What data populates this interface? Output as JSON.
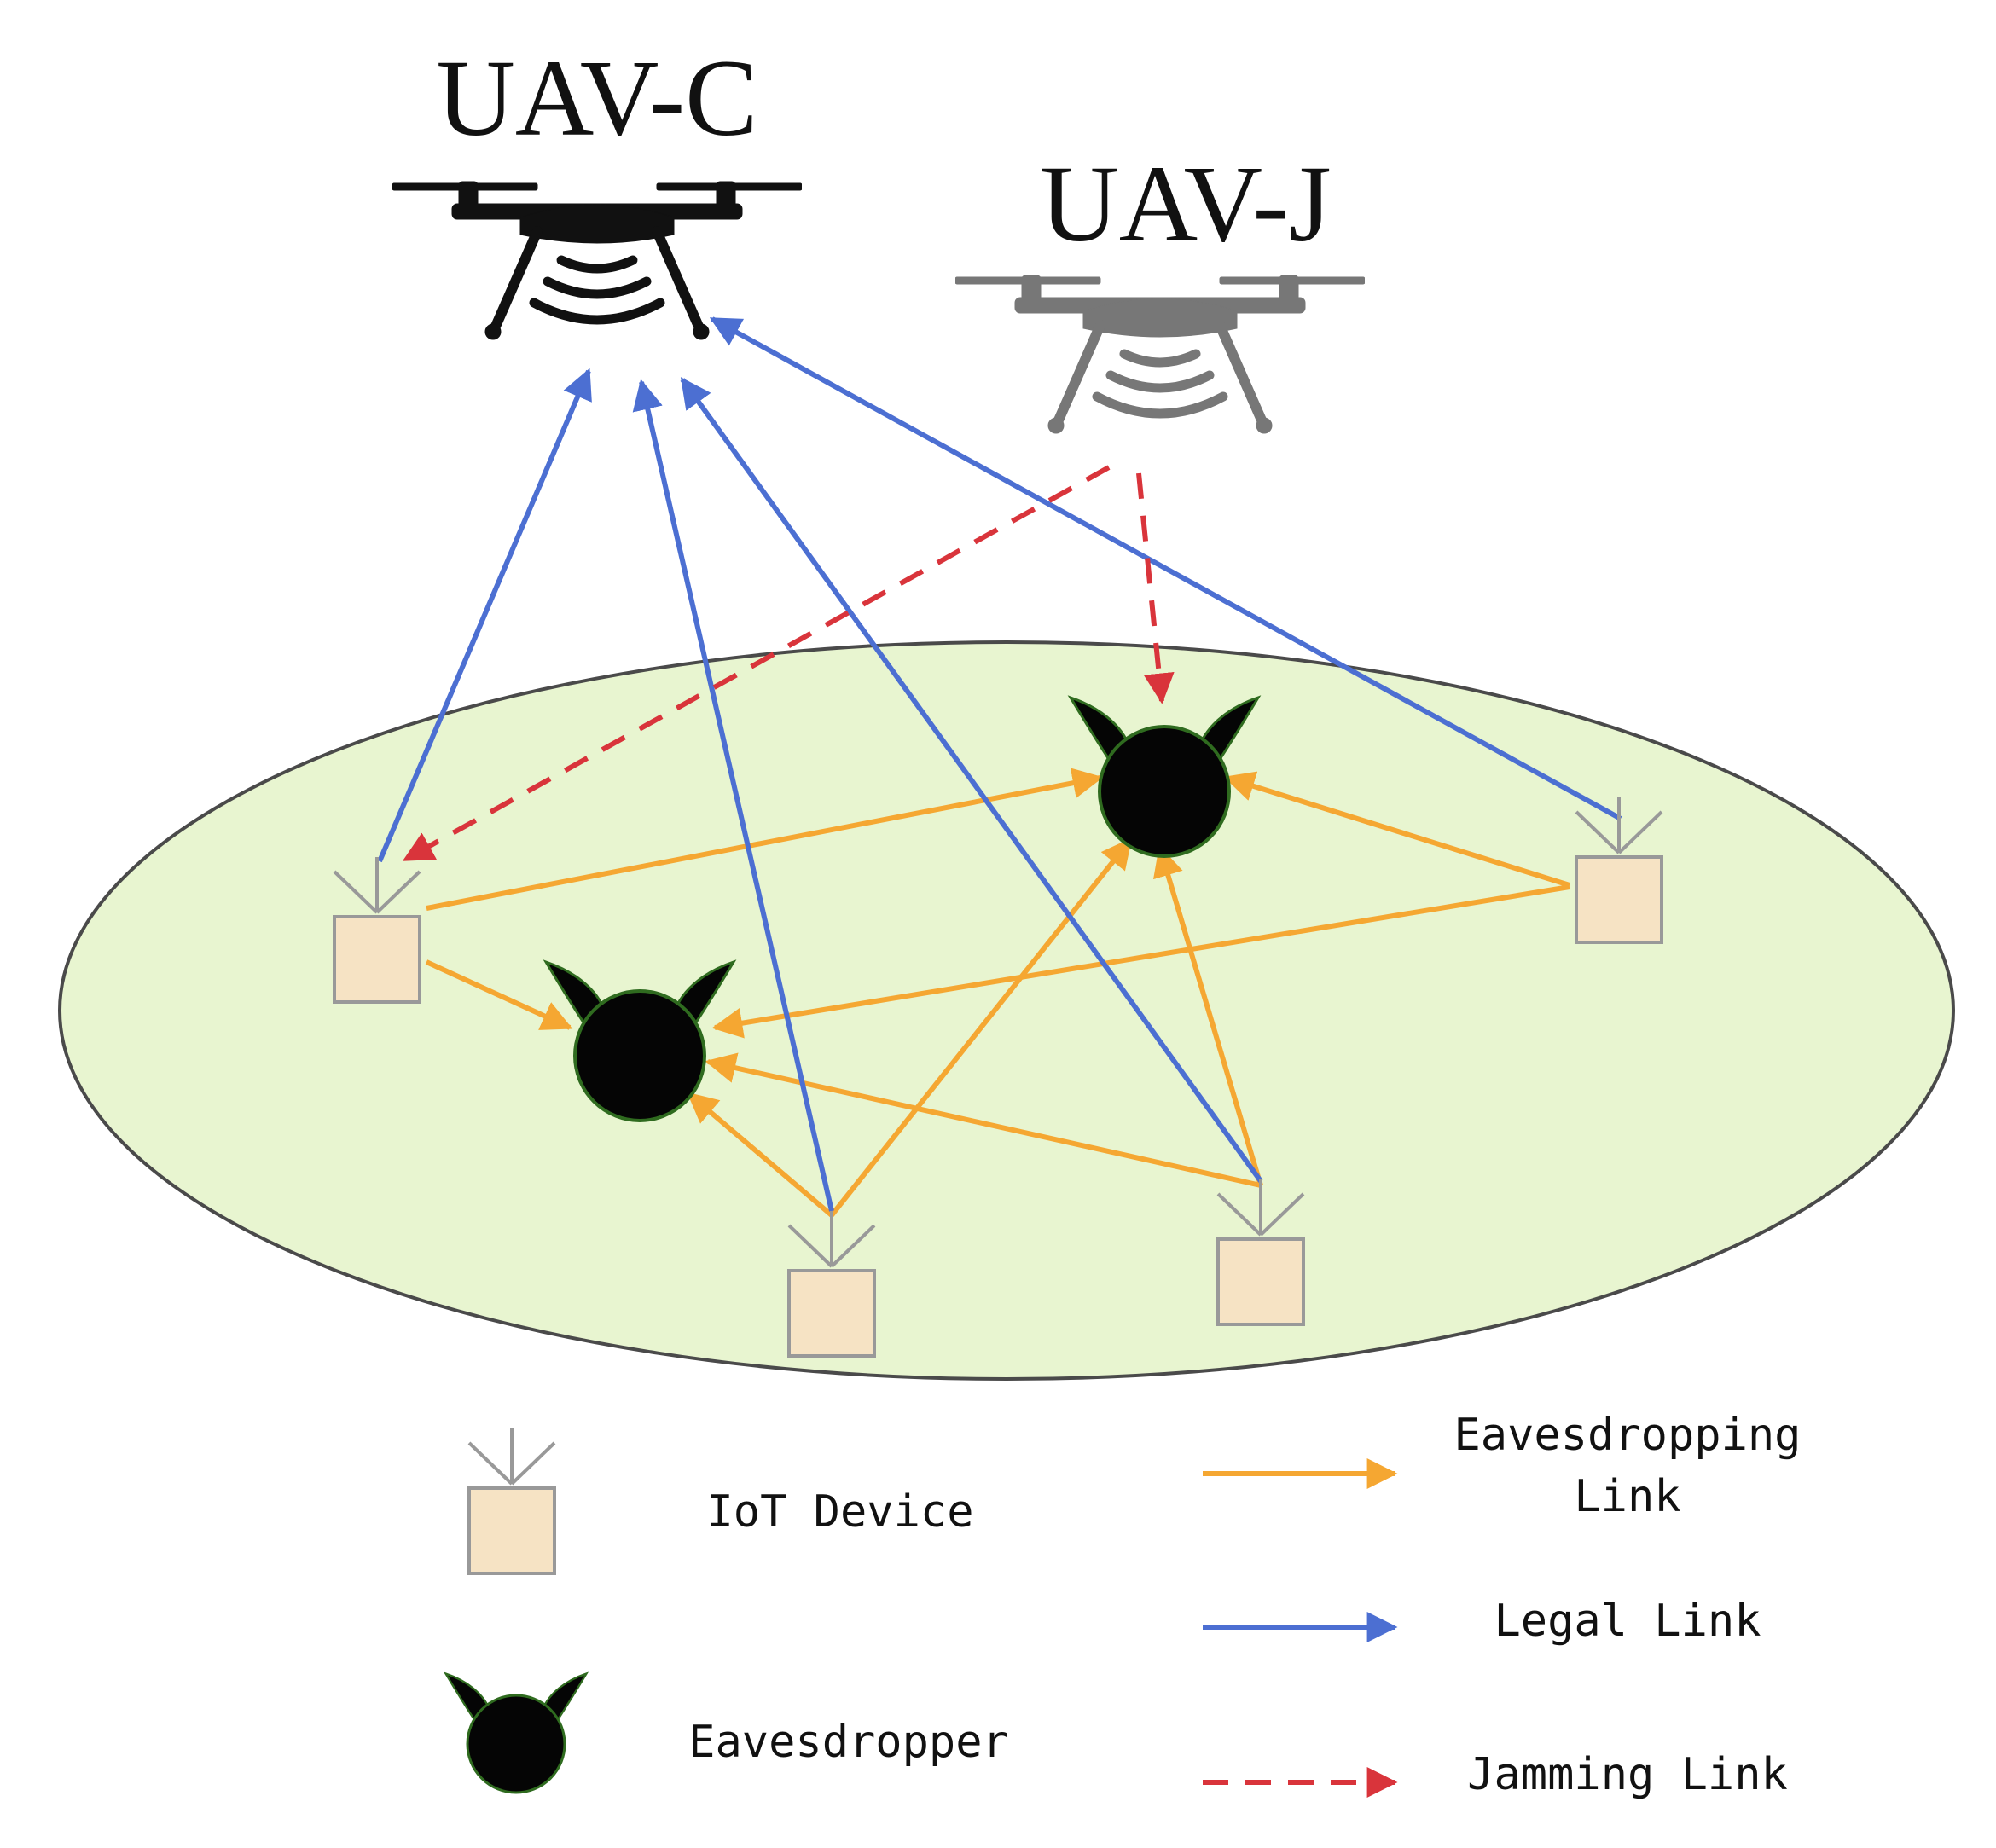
{
  "nodes": {
    "uav_c": {
      "label": "UAV-C"
    },
    "uav_j": {
      "label": "UAV-J"
    }
  },
  "legend": {
    "iot_device": "IoT Device",
    "eavesdropper": "Eavesdropper",
    "eavesdropping_link_line1": "Eavesdropping",
    "eavesdropping_link_line2": "Link",
    "legal_link": "Legal Link",
    "jamming_link": "Jamming Link"
  },
  "colors": {
    "uav_c": "#111111",
    "uav_j": "#777777",
    "ground_area_fill": "#e8f5d0",
    "ground_area_stroke": "#4a4a4a",
    "iot_device_fill": "#f6e3c4",
    "iot_device_stroke": "#999999",
    "eavesdropper_body": "#050505",
    "eavesdropper_outline": "#2f6b1f",
    "eavesdropping_link": "#f5a732",
    "legal_link": "#4c6fd2",
    "jamming_link": "#d9343b"
  },
  "icons": {
    "uav": "quadcopter-drone-icon",
    "iot_device": "antenna-box-icon",
    "eavesdropper": "horned-head-icon"
  }
}
